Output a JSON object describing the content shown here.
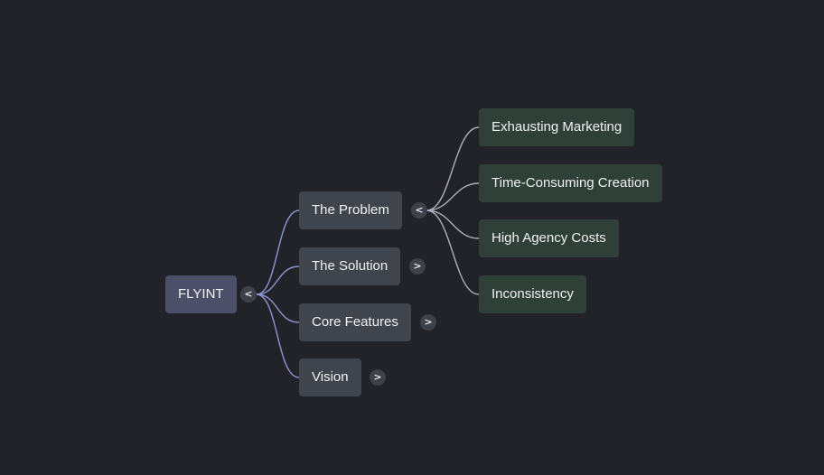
{
  "root": {
    "label": "FLYINT",
    "toggle": "<"
  },
  "branches": [
    {
      "label": "The Problem",
      "toggle": "<",
      "children": [
        "Exhausting Marketing",
        "Time-Consuming Creation",
        "High Agency Costs",
        "Inconsistency"
      ]
    },
    {
      "label": "The Solution",
      "toggle": ">"
    },
    {
      "label": "Core Features",
      "toggle": ">"
    },
    {
      "label": "Vision",
      "toggle": ">"
    }
  ],
  "colors": {
    "background": "#212328",
    "root_node": "#4c4f68",
    "branch_node": "#40444d",
    "leaf_node": "#2f4038",
    "link": "#8f95d6"
  }
}
